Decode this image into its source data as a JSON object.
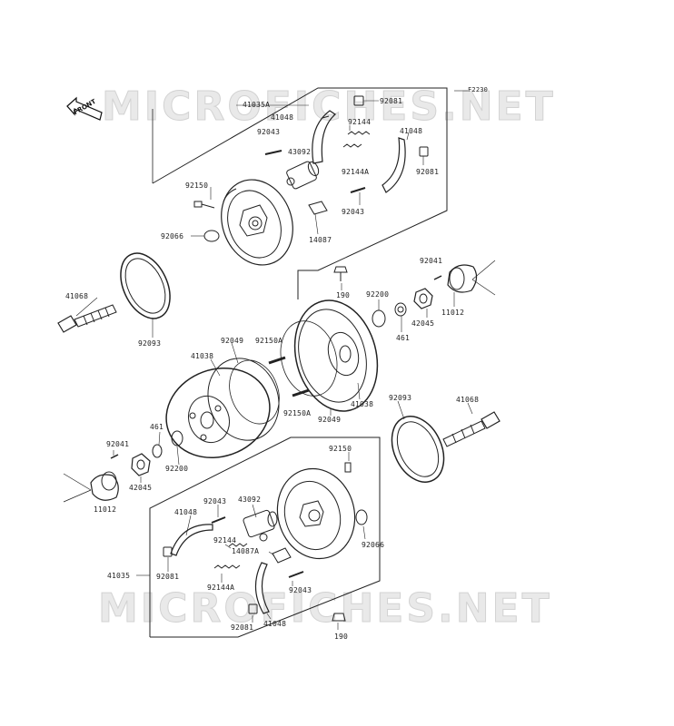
{
  "watermark": {
    "top": "MICROFICHES.NET",
    "bottom": "MICROFICHES.NET"
  },
  "front_marker": "FRONT",
  "ref_code": "F2230",
  "labels": {
    "p92081_a": "92081",
    "p41035A": "41035A",
    "p41048_a": "41048",
    "p92144_a": "92144",
    "p92043_a": "92043",
    "p43092_a": "43092",
    "p41048_b": "41048",
    "p92144A_a": "92144A",
    "p92081_b": "92081",
    "p92150_a": "92150",
    "p92043_b": "92043",
    "p92066_a": "92066",
    "p14087": "14087",
    "p92041_a": "92041",
    "p41068_a": "41068",
    "p190_a": "190",
    "p92200_a": "92200",
    "p11012_a": "11012",
    "p42045_a": "42045",
    "p461_a": "461",
    "p92093_a": "92093",
    "p41038_a": "41038",
    "p92049_a": "92049",
    "p92150A_a": "92150A",
    "p92150A_b": "92150A",
    "p92049_b": "92049",
    "p41038_b": "41038",
    "p92093_b": "92093",
    "p41068_b": "41068",
    "p461_b": "461",
    "p92041_b": "92041",
    "p92200_b": "92200",
    "p42045_b": "42045",
    "p11012_b": "11012",
    "p92150_b": "92150",
    "p92043_c": "92043",
    "p43092_b": "43092",
    "p41048_c": "41048",
    "p92144_b": "92144",
    "p14087A": "14087A",
    "p92066_b": "92066",
    "p41035": "41035",
    "p92081_c": "92081",
    "p92144A_b": "92144A",
    "p92043_d": "92043",
    "p92081_d": "92081",
    "p41048_d": "41048",
    "p190_b": "190"
  }
}
